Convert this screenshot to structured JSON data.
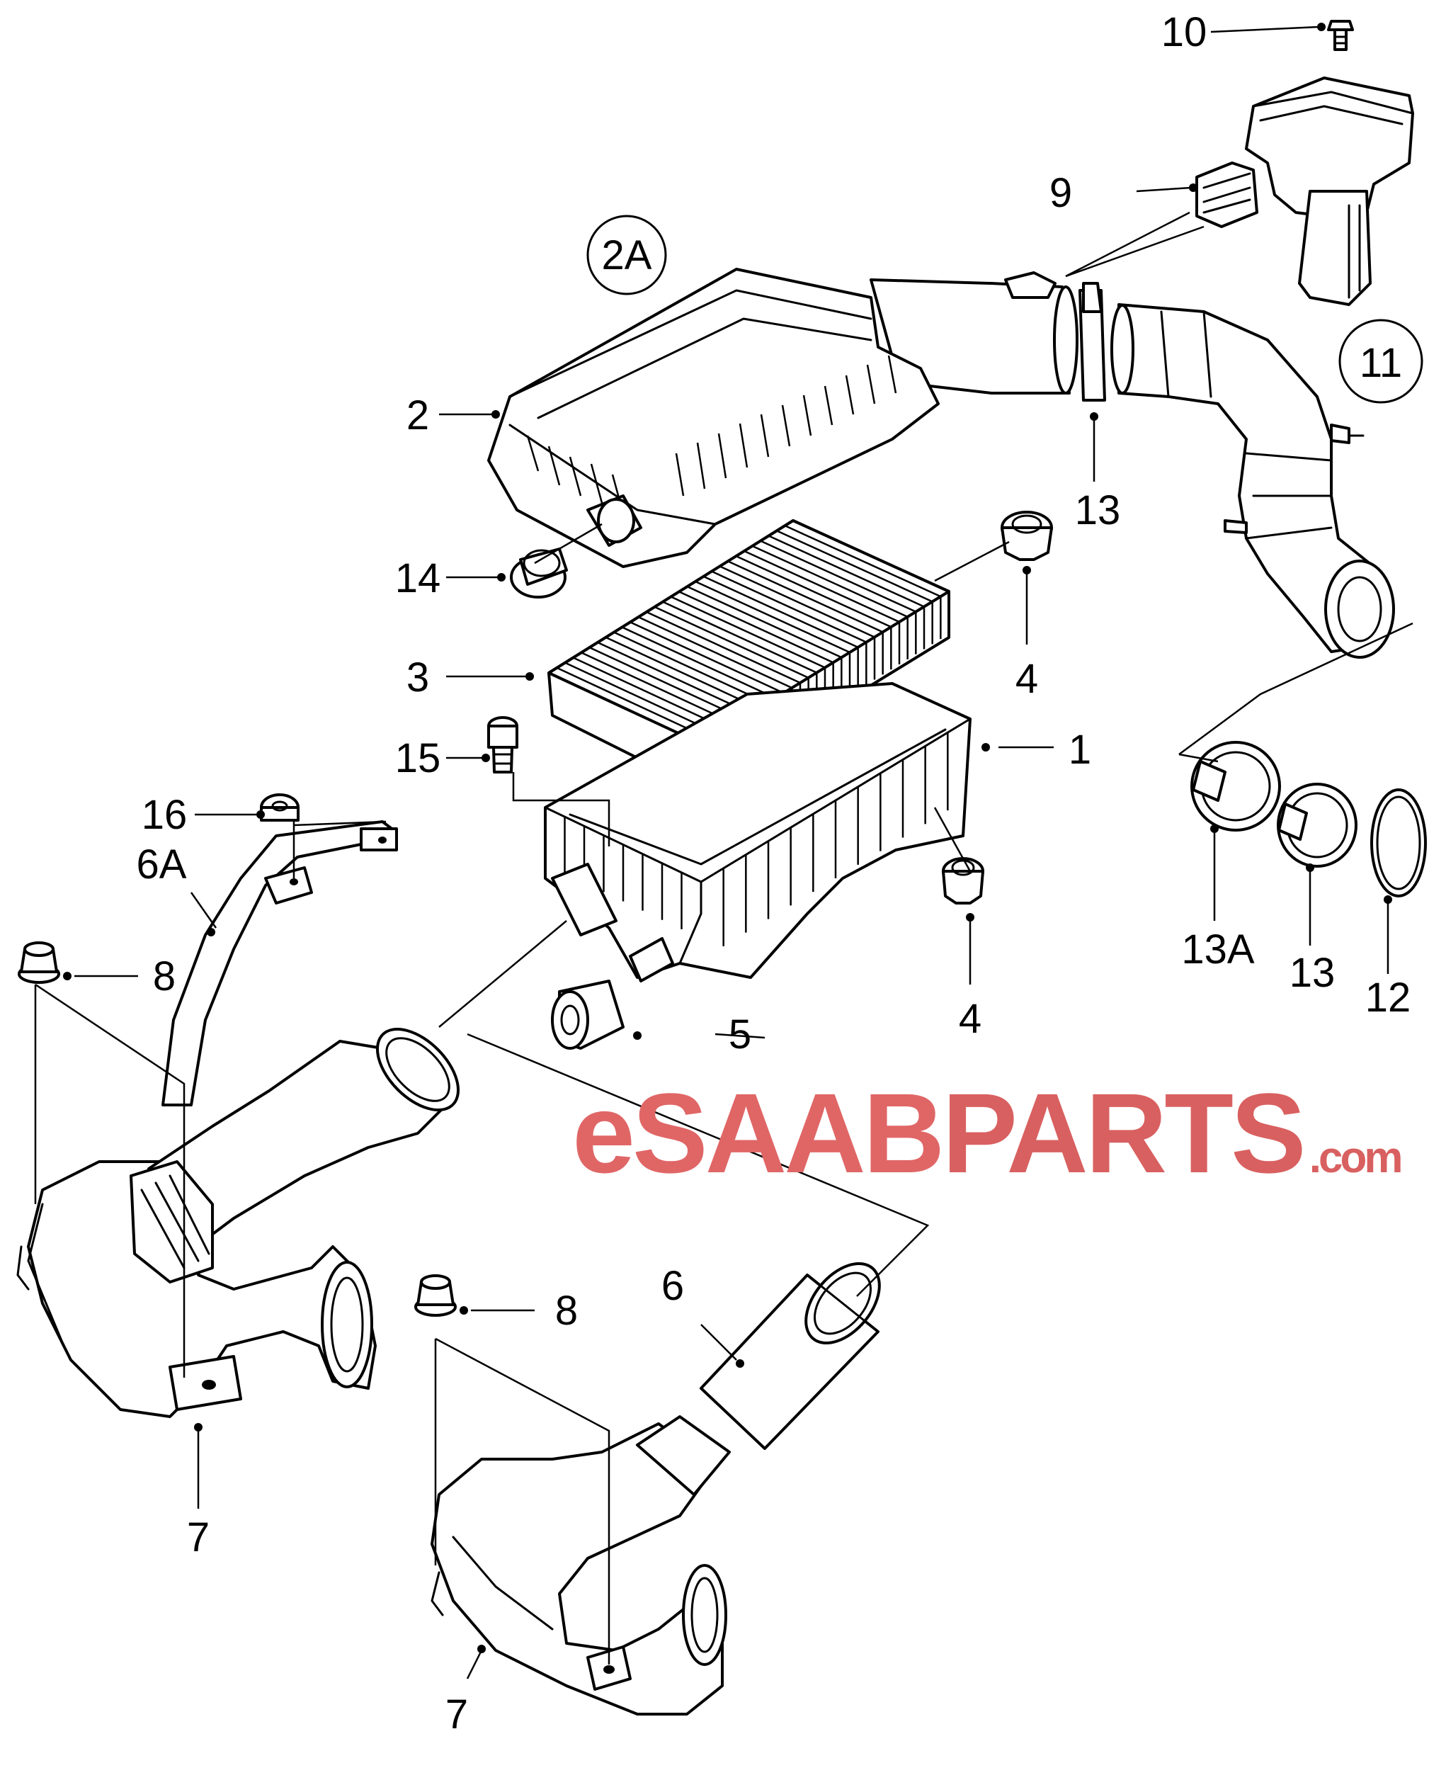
{
  "callouts": {
    "c10": "10",
    "c9": "9",
    "c2a": "2A",
    "c11": "11",
    "c2": "2",
    "c13a_top": "13",
    "c14": "14",
    "c4_top": "4",
    "c3": "3",
    "c15": "15",
    "c1": "1",
    "c16": "16",
    "c6a": "6A",
    "c8_left": "8",
    "c13a": "13A",
    "c13b": "13",
    "c12": "12",
    "c4_bottom": "4",
    "c5": "5",
    "c8_bottom": "8",
    "c6": "6",
    "c7_left": "7",
    "c7_bottom": "7"
  },
  "watermark": {
    "part1": "eSAAB",
    "part2": "PARTS",
    "part3": ".com",
    "color_primary": "#e06666"
  }
}
